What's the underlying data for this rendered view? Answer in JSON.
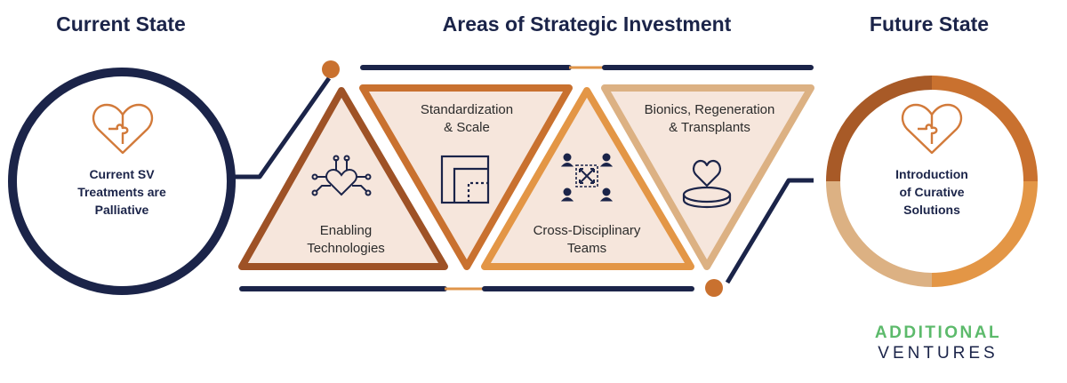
{
  "headers": {
    "current_state": "Current State",
    "areas": "Areas of Strategic Investment",
    "future_state": "Future State"
  },
  "current_circle": {
    "line1": "Current SV",
    "line2": "Treatments are",
    "line3": "Palliative",
    "icon": "heart-puzzle-icon"
  },
  "future_circle": {
    "line1": "Introduction",
    "line2": "of Curative",
    "line3": "Solutions",
    "icon": "heart-puzzle-icon"
  },
  "investments": [
    {
      "line1": "Enabling",
      "line2": "Technologies",
      "icon": "circuit-heart-icon"
    },
    {
      "line1": "Standardization",
      "line2": "& Scale",
      "icon": "nested-squares-icon"
    },
    {
      "line1": "Cross-Disciplinary",
      "line2": "Teams",
      "icon": "team-network-icon"
    },
    {
      "line1": "Bionics, Regeneration",
      "line2": "& Transplants",
      "icon": "heart-pedestal-icon"
    }
  ],
  "logo": {
    "line1": "ADDITIONAL",
    "line2": "VENTURES"
  },
  "colors": {
    "navy": "#1b2449",
    "dark_orange": "#b5652a",
    "orange": "#e0954a",
    "tan": "#dcb183",
    "fill": "#f6e6dc",
    "green": "#5cba6b"
  }
}
